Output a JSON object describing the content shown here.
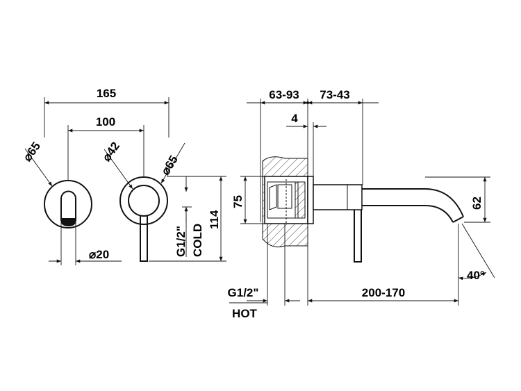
{
  "labels": {
    "w165": "165",
    "w100": "100",
    "d65_left": "65",
    "d42": "42",
    "d65_right": "65",
    "d20": "20",
    "h114": "114",
    "g_cold": "G1/2\"",
    "cold": "COLD",
    "w6393": "63-93",
    "w7343": "73-43",
    "w4": "4",
    "h75": "75",
    "h62": "62",
    "angle40": "40°",
    "g_hot": "G1/2\"",
    "hot": "HOT",
    "w200170": "200-170"
  },
  "symbols": {
    "diameter": "⌀"
  }
}
